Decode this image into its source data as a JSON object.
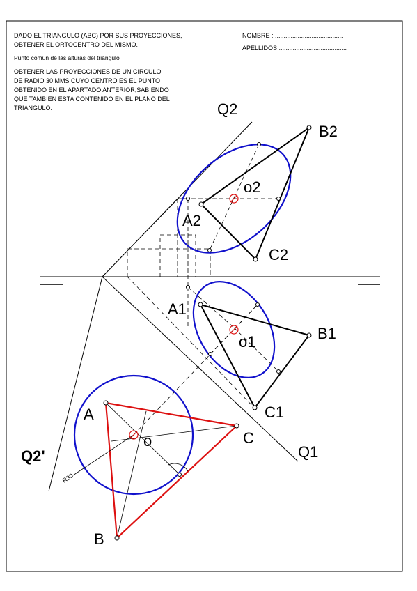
{
  "header": {
    "problem_lines": [
      "DADO EL TRIANGULO (ABC)  POR SUS PROYECCIONES,",
      "OBTENER EL ORTOCENTRO DEL MISMO."
    ],
    "hint": "Punto común de las alturas del triángulo",
    "task_lines": [
      "OBTENER LAS PROYECCIONES DE UN CIRCULO",
      "DE RADIO 30 MMS CUYO CENTRO ES EL PUNTO",
      "OBTENIDO EN EL APARTADO ANTERIOR,SABIENDO",
      "QUE TAMBIEN ESTA CONTENIDO EN EL PLANO DEL",
      "TRIÁNGULO."
    ],
    "name_label": "NOMBRE : .......................................",
    "surname_label": "APELLIDOS :......................................"
  },
  "labels": {
    "q2": "Q2",
    "b2": "B2",
    "o2": "o2",
    "a2": "A2",
    "c2": "C2",
    "a1": "A1",
    "b1": "B1",
    "o1": "o1",
    "c1": "C1",
    "q1": "Q1",
    "q2_prime": "Q2'",
    "a": "A",
    "c": "C",
    "o": "o",
    "b": "B",
    "radius": "R30"
  },
  "colors": {
    "triangle_true_size": "#dd1111",
    "circle": "#1111cc",
    "orthocenter_marker": "#dd1111",
    "lines": "#000000"
  }
}
